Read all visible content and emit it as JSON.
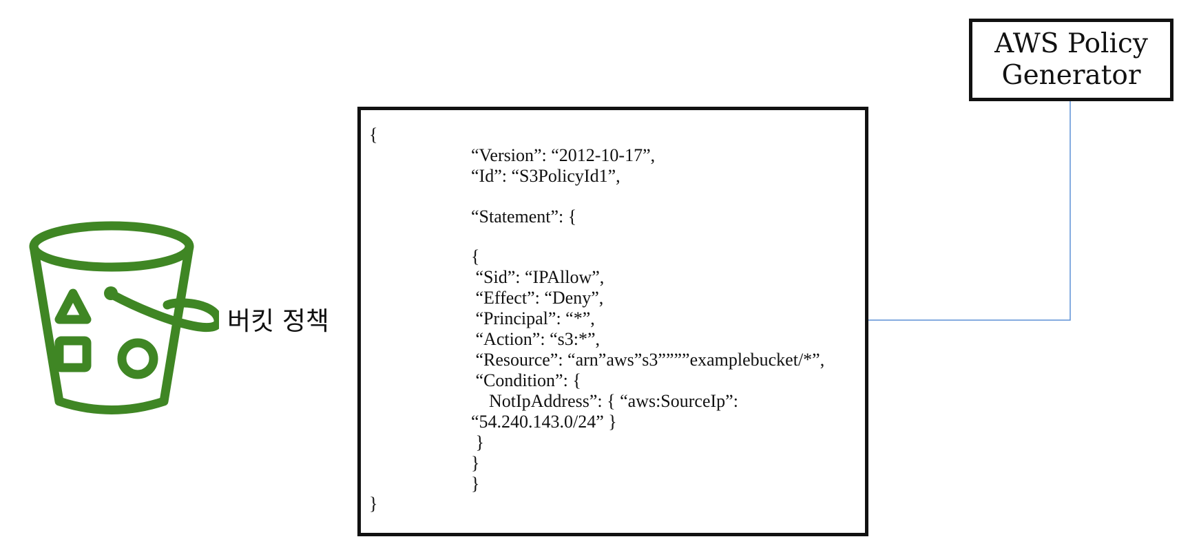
{
  "colors": {
    "bucket": "#3f8624",
    "connector": "#5b8fd6",
    "border": "#111111"
  },
  "icons": {
    "bucket": "s3-bucket-icon"
  },
  "bucket": {
    "label": "버킷 정책"
  },
  "policy": {
    "lines": [
      "{",
      "“Version”: “2012-10-17”,",
      "“Id”: “S3PolicyId1”,",
      "“Statement”: {",
      "{",
      " “Sid”: “IPAllow”,",
      " “Effect”: “Deny”,",
      " “Principal”: “*”,",
      " “Action”: “s3:*”,",
      " “Resource”: “arn”aws”s3””””examplebucket/*”,",
      " “Condition”: {",
      "    NotIpAddress”: { “aws:SourceIp”:",
      "“54.240.143.0/24” }",
      " }",
      "}",
      "}",
      "}"
    ]
  },
  "generator": {
    "line1": "AWS Policy",
    "line2": "Generator"
  }
}
